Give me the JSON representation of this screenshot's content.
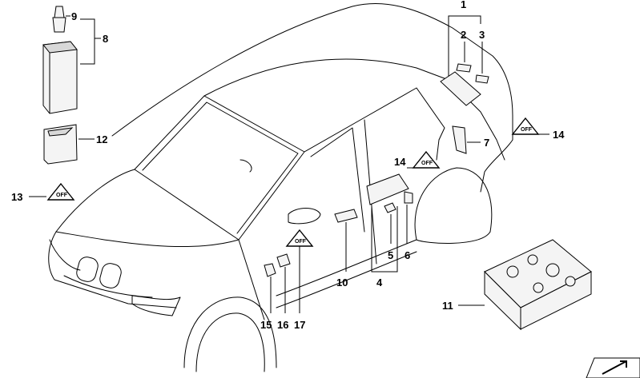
{
  "callouts": [
    {
      "id": "c1",
      "label": "1"
    },
    {
      "id": "c2",
      "label": "2"
    },
    {
      "id": "c3",
      "label": "3"
    },
    {
      "id": "c4",
      "label": "4"
    },
    {
      "id": "c5",
      "label": "5"
    },
    {
      "id": "c6",
      "label": "6"
    },
    {
      "id": "c7",
      "label": "7"
    },
    {
      "id": "c8",
      "label": "8"
    },
    {
      "id": "c9",
      "label": "9"
    },
    {
      "id": "c10",
      "label": "10"
    },
    {
      "id": "c11",
      "label": "11"
    },
    {
      "id": "c12",
      "label": "12"
    },
    {
      "id": "c13",
      "label": "13"
    },
    {
      "id": "c14a",
      "label": "14"
    },
    {
      "id": "c14b",
      "label": "14"
    },
    {
      "id": "c15",
      "label": "15"
    },
    {
      "id": "c16",
      "label": "16"
    },
    {
      "id": "c17",
      "label": "17"
    }
  ],
  "icons": {
    "warning": "warning-triangle-icon",
    "nav_arrow": "arrow-icon"
  },
  "colors": {
    "line": "#000000",
    "part_fill": "#f4f4f4",
    "background": "#ffffff"
  }
}
